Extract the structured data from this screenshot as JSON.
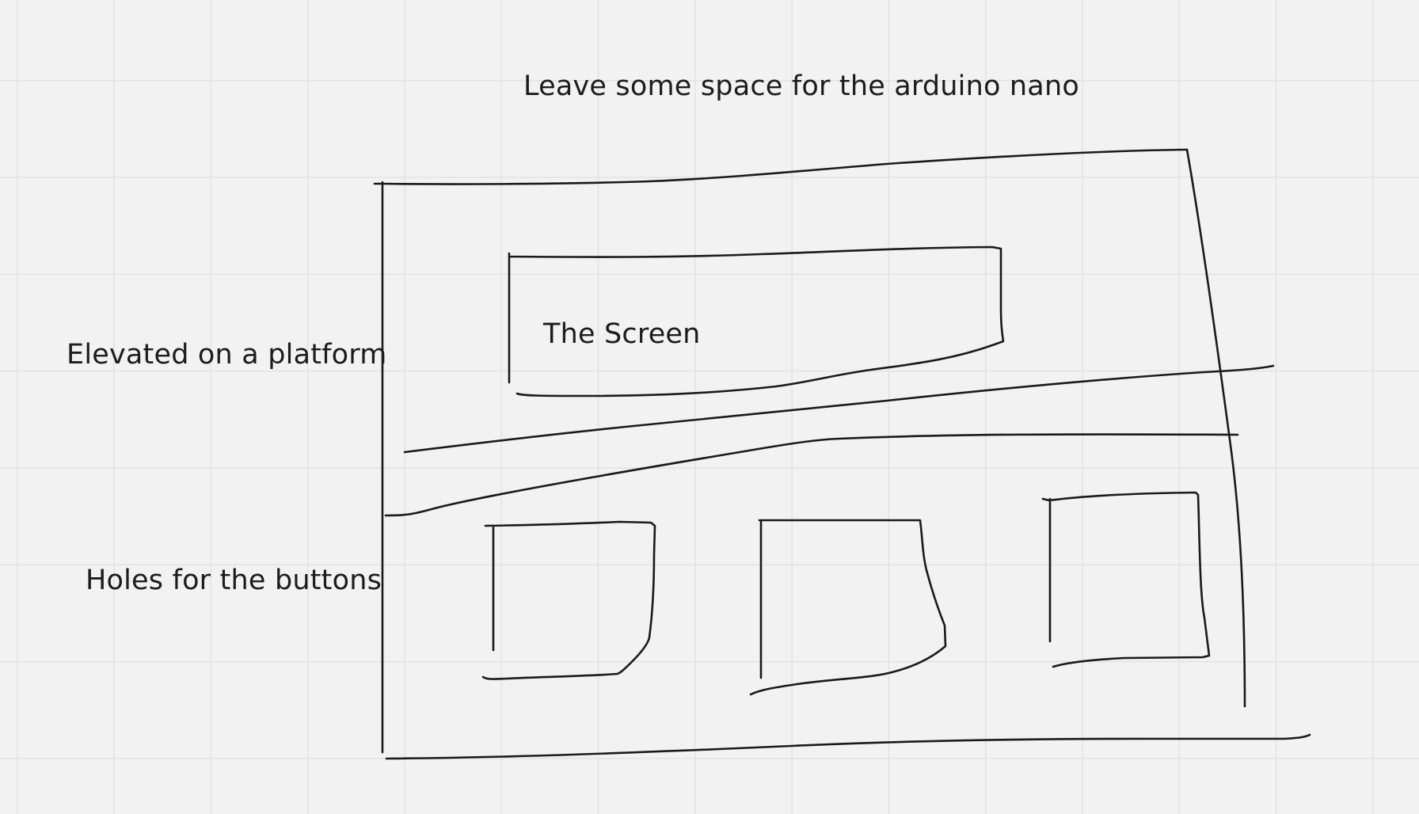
{
  "canvas": {
    "background_color": "#f2f2f2",
    "grid_color": "#e2e2e2",
    "stroke_color": "#1a1a1a"
  },
  "annotations": {
    "top_note": "Leave some space for the arduino nano",
    "screen_label": "The Screen",
    "platform_note": "Elevated on a platform",
    "buttons_note": "Holes for the buttons"
  }
}
